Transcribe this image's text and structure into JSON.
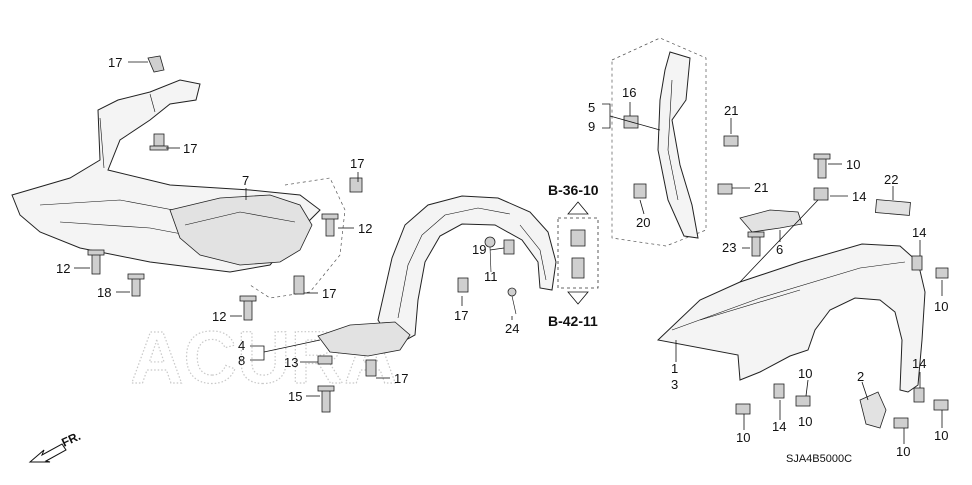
{
  "watermark": "ACURA",
  "diagram_code": "SJA4B5000C",
  "direction_label": "FR.",
  "reference_codes": [
    "B-36-10",
    "B-42-11"
  ],
  "callouts": [
    "17",
    "17",
    "7",
    "17",
    "12",
    "12",
    "18",
    "17",
    "12",
    "4",
    "8",
    "13",
    "17",
    "15",
    "19",
    "11",
    "17",
    "24",
    "5",
    "9",
    "16",
    "21",
    "21",
    "20",
    "23",
    "6",
    "10",
    "14",
    "22",
    "14",
    "10",
    "1",
    "3",
    "2",
    "10",
    "14",
    "14",
    "10",
    "10",
    "10",
    "10"
  ]
}
